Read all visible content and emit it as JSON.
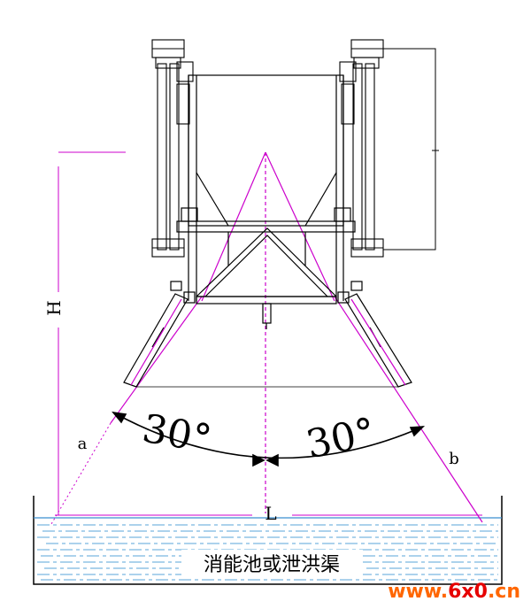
{
  "labels": {
    "height": "H",
    "length": "L",
    "left_point": "a",
    "right_point": "b",
    "angle_left": "30°",
    "angle_right": "30°",
    "pool": "消能池或泄洪渠"
  },
  "watermark": {
    "prefix": "www.",
    "accent": "6x0",
    "suffix": ".cn"
  },
  "colors": {
    "line": "#000000",
    "spray": "#cc00cc",
    "water": "#5aa6d8",
    "watermark_orange": "#ff6600",
    "watermark_red": "#e60000"
  }
}
